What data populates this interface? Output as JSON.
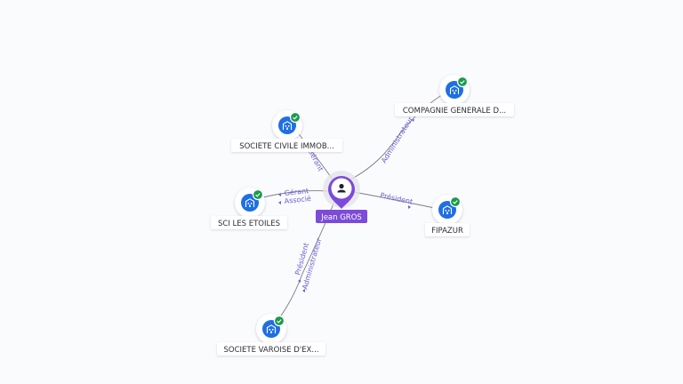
{
  "person": {
    "name": "Jean GROS",
    "icon": "person-icon",
    "color": "#7c4bd9"
  },
  "companies": [
    {
      "id": "sci-civile",
      "label": "SOCIETE CIVILE IMMOB...",
      "icon": "building-icon",
      "verified": true
    },
    {
      "id": "compagnie",
      "label": "COMPAGNIE GENERALE D...",
      "icon": "building-icon",
      "verified": true
    },
    {
      "id": "sci-etoiles",
      "label": "SCI LES ETOILES",
      "icon": "building-icon",
      "verified": true
    },
    {
      "id": "fipazur",
      "label": "FIPAZUR",
      "icon": "building-icon",
      "verified": true
    },
    {
      "id": "varoise",
      "label": "SOCIETE VAROISE D'EX...",
      "icon": "building-icon",
      "verified": true
    }
  ],
  "relations": [
    {
      "to": "sci-civile",
      "roles": [
        "Gérant"
      ]
    },
    {
      "to": "compagnie",
      "roles": [
        "Administrateur"
      ]
    },
    {
      "to": "sci-etoiles",
      "roles": [
        "Gérant",
        "Associé"
      ]
    },
    {
      "to": "fipazur",
      "roles": [
        "Président"
      ]
    },
    {
      "to": "varoise",
      "roles": [
        "Président",
        "Administrateur"
      ]
    }
  ],
  "colors": {
    "company": "#1f6fe3",
    "verified": "#1b9b4c",
    "edge_label": "#6b5fd3",
    "edge": "#7d7d82"
  }
}
